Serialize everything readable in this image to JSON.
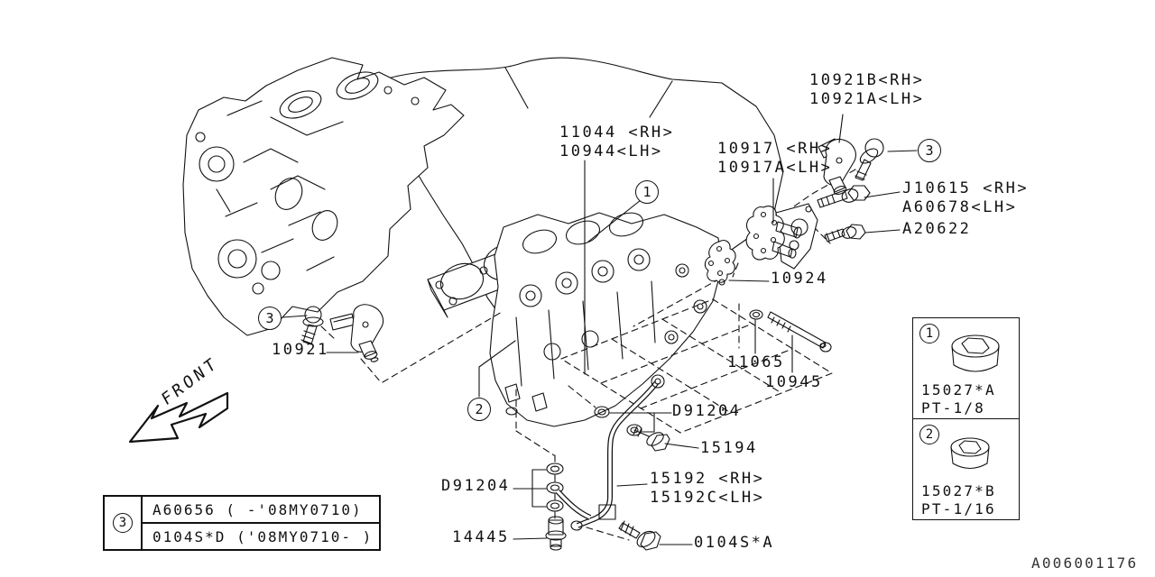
{
  "page": {
    "footer_code": "A006001176",
    "front_label": "FRONT"
  },
  "colors": {
    "line": "#111111",
    "background": "#ffffff"
  },
  "refs": {
    "one": "1",
    "two": "2",
    "three": "3"
  },
  "labels": {
    "solenoid_top": {
      "line1": "10921B<RH>",
      "line2": "10921A<LH>"
    },
    "head_gasket": {
      "line1": "11044 <RH>",
      "line2": "10944<LH>"
    },
    "ocv": {
      "line1": "10917 <RH>",
      "line2": "10917A<LH>"
    },
    "ocv_bolt": {
      "line1": "J10615 <RH>",
      "line2": "A60678<LH>"
    },
    "bolt_a20622": {
      "text": "A20622"
    },
    "ocv_gasket": {
      "text": "10924"
    },
    "solenoid_left": {
      "text": "10921"
    },
    "washer_11065": {
      "text": "11065"
    },
    "stud_10945": {
      "text": "10945"
    },
    "gasket_d91204_upper": {
      "text": "D91204"
    },
    "bolt_15194": {
      "text": "15194"
    },
    "oil_pipe": {
      "line1": "15192 <RH>",
      "line2": "15192C<LH>"
    },
    "gasket_d91204_lower": {
      "text": "D91204"
    },
    "connector_14445": {
      "text": "14445"
    },
    "bolt_0104s_a": {
      "text": "0104S*A"
    }
  },
  "legend": {
    "ref": "3",
    "row1": "A60656 ( -'08MY0710)",
    "row2": "0104S*D ('08MY0710- )"
  },
  "insets": {
    "plug_1": {
      "ref": "1",
      "part": "15027*A",
      "thread": "PT-1/8"
    },
    "plug_2": {
      "ref": "2",
      "part": "15027*B",
      "thread": "PT-1/16"
    }
  }
}
